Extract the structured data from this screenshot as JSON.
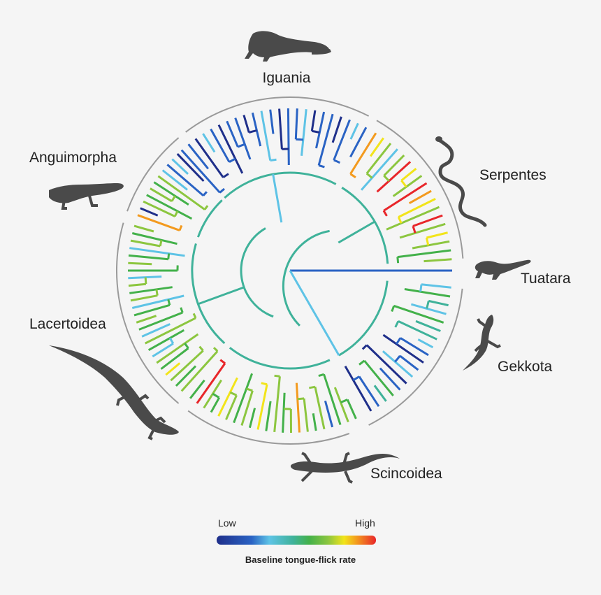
{
  "clades": {
    "iguania": "Iguania",
    "serpentes": "Serpentes",
    "tuatara": "Tuatara",
    "gekkota": "Gekkota",
    "scincoidea": "Scincoidea",
    "lacertoidea": "Lacertoidea",
    "anguimorpha": "Anguimorpha"
  },
  "legend": {
    "low": "Low",
    "high": "High",
    "title": "Baseline tongue-flick rate"
  },
  "colors": {
    "scale": [
      "#1f2f8a",
      "#2a63c4",
      "#5ec3e6",
      "#3fb29a",
      "#43b14a",
      "#8cc63f",
      "#f2e41a",
      "#f39a1e",
      "#e8262a"
    ],
    "silhouette": "#4a4a4a",
    "ring": "#9a9a9a"
  }
}
